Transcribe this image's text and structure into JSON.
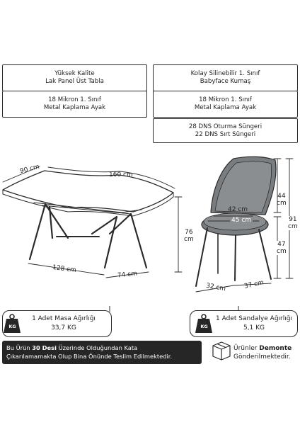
{
  "features": {
    "table_top": [
      "Yüksek Kalite",
      "Lak Panel Üst Tabla"
    ],
    "fabric": [
      "Kolay Silinebilir 1. Sınıf",
      "Babyface Kumaş"
    ],
    "table_leg": [
      "18 Mikron 1. Sınıf",
      "Metal Kaplama Ayak"
    ],
    "chair_leg": [
      "18 Mikron 1. Sınıf",
      "Metal Kaplama Ayak"
    ],
    "sponge": [
      "28 DNS Oturma Süngeri",
      "22 DNS Sırt Süngeri"
    ]
  },
  "table_dims": {
    "depth": "90 cm",
    "length": "160 cm",
    "height_value": "76",
    "height_unit": "cm",
    "base_length": "128 cm",
    "base_depth": "74 cm"
  },
  "chair_dims": {
    "back_height_value": "44",
    "back_height_unit": "cm",
    "total_height_value": "91",
    "total_height_unit": "cm",
    "seat_height_value": "47",
    "seat_height_unit": "cm",
    "seat_width_top": "42 cm",
    "seat_width_bottom": "45 cm",
    "base_width": "32 cm",
    "base_depth": "37 cm"
  },
  "weights": {
    "icon_label": "KG",
    "table_label": "1 Adet Masa Ağırlığı",
    "table_value": "33,7 KG",
    "chair_label": "1 Adet Sandalye Ağırlığı",
    "chair_value": "5,1 KG"
  },
  "shipping": {
    "line1_pre": "Bu Ürün ",
    "line1_bold": "30 Desi",
    "line1_post": " Üzerinde Olduğundan Kata",
    "line2": "Çıkarılamamakta Olup Bina Önünde Teslim Edilmektedir."
  },
  "delivery": {
    "line1_pre": "Ürünler ",
    "line1_bold": "Demonte",
    "line2": "Gönderilmektedir."
  },
  "colors": {
    "line": "#2a2a2a",
    "banner": "#262626",
    "fabric": "#7a7d80"
  }
}
